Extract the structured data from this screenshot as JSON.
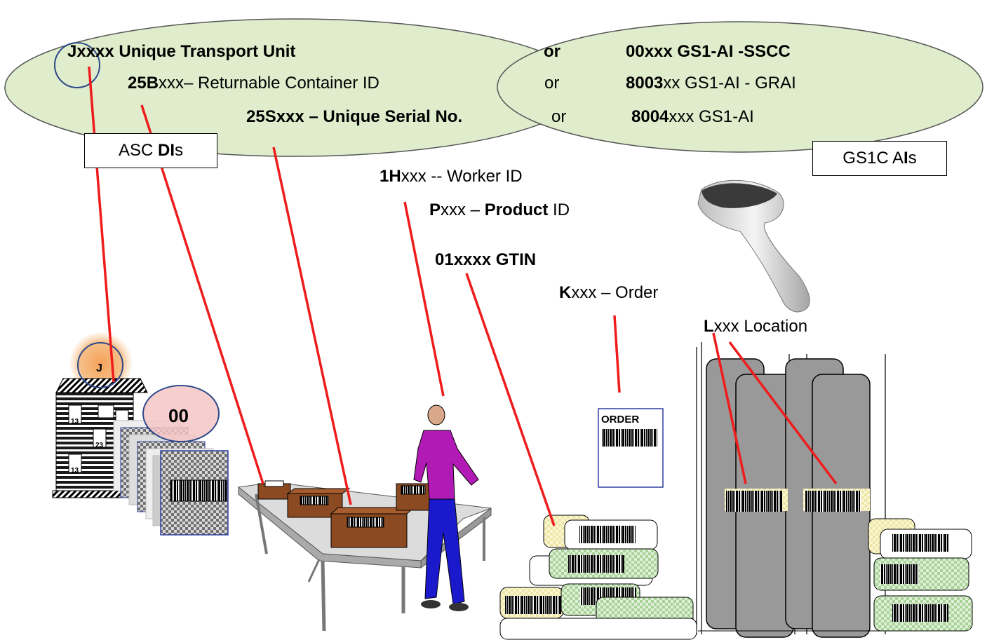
{
  "left_ellipse": {
    "line1_bold": "Jxxxx Unique Transport Unit",
    "line2_code": "25B",
    "line2_rest": "xxx– Returnable Container ID",
    "line3_bold": "25Sxxx – Unique Serial No."
  },
  "right_ellipse": {
    "or1": "or",
    "or1_bold": "00xxx GS1-AI -SSCC",
    "or2": "or",
    "or2_code": "8003",
    "or2_rest": "xx GS1-AI - GRAI",
    "or3": "or",
    "or3_code": "8004",
    "or3_rest": "xxx GS1-AI"
  },
  "asc_box": {
    "prefix": "ASC ",
    "bold": "DI",
    "suffix": "s"
  },
  "gs1_box": {
    "prefix": "GS1C A",
    "bold": "I",
    "suffix": "s"
  },
  "worker": {
    "code": "1H",
    "rest": "xxx -- Worker ID"
  },
  "product": {
    "code": "P",
    "mid": "xxx – ",
    "bold": "Product",
    "rest": " ID"
  },
  "gtin": {
    "bold": "01xxxx GTIN"
  },
  "order": {
    "code": "K",
    "rest": "xxx – Order"
  },
  "location": {
    "code": "L",
    "rest": "xxx Location"
  },
  "pallet_labels": {
    "j": "J",
    "zero": "00"
  },
  "order_sheet": {
    "title": "ORDER"
  },
  "pallet_small_labels": [
    "13",
    "23",
    "13"
  ]
}
